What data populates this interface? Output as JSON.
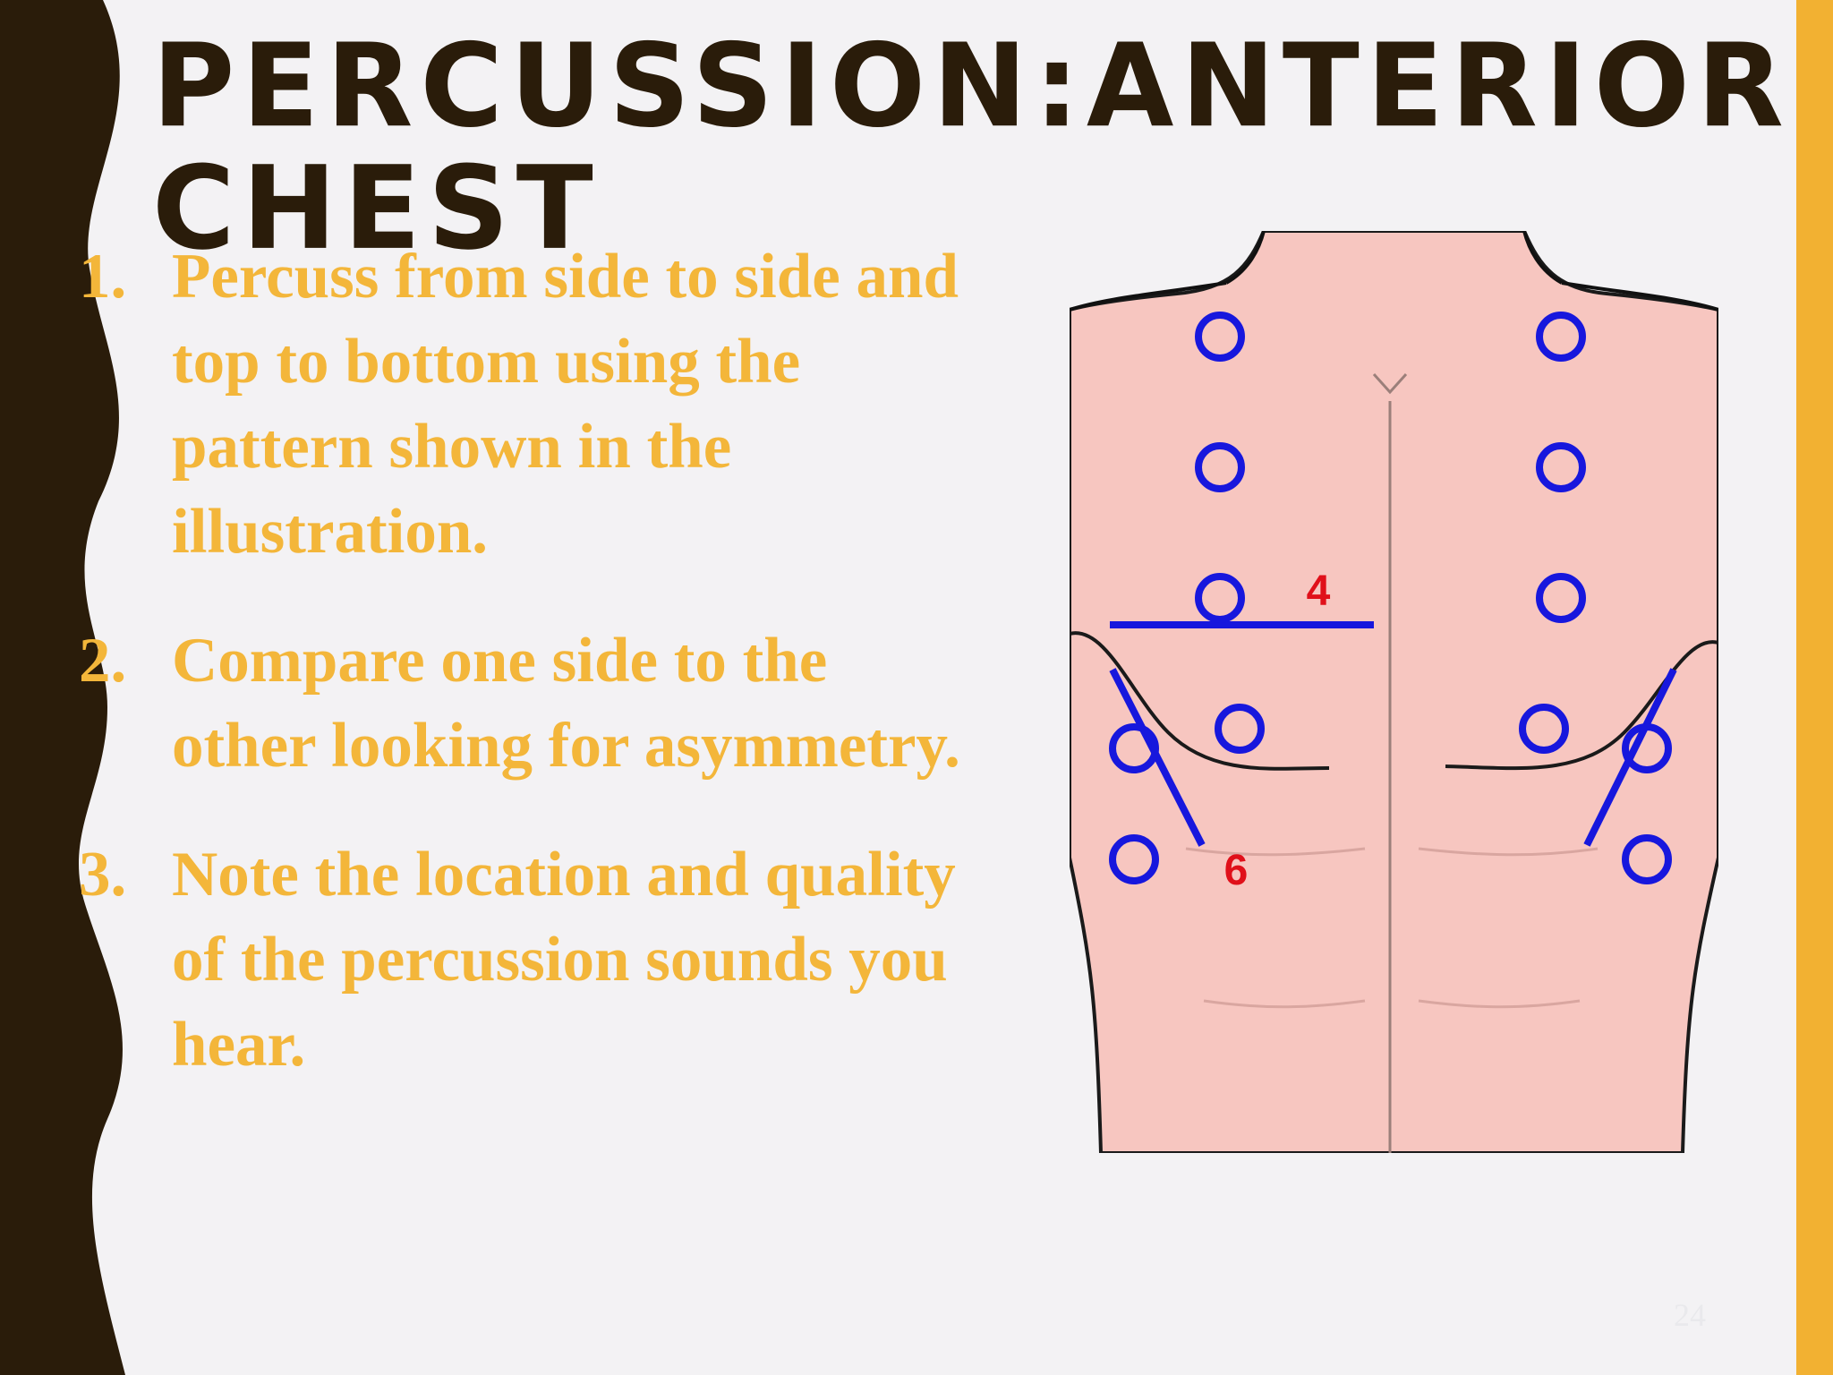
{
  "slide": {
    "title": "PERCUSSION:ANTERIOR CHEST",
    "bullets": [
      {
        "number": "1.",
        "text": "Percuss from side to side and top to bottom using the pattern shown in the illustration."
      },
      {
        "number": "2.",
        "text": "Compare one side to the other looking for asymmetry."
      },
      {
        "number": "3.",
        "text": "Note the location and quality of the percussion sounds you hear."
      }
    ],
    "figure": {
      "labels": {
        "rib_4": "4",
        "rib_6": "6"
      }
    },
    "page_number": "24"
  },
  "colors": {
    "background": "#f3f2f4",
    "left_band": "#2a1c0a",
    "right_band": "#f2b132",
    "title": "#2a1c0a",
    "bullet_text": "#f3b63a",
    "skin": "#f7c6c0",
    "marker": "#1717dd",
    "label": "#e0101a"
  }
}
